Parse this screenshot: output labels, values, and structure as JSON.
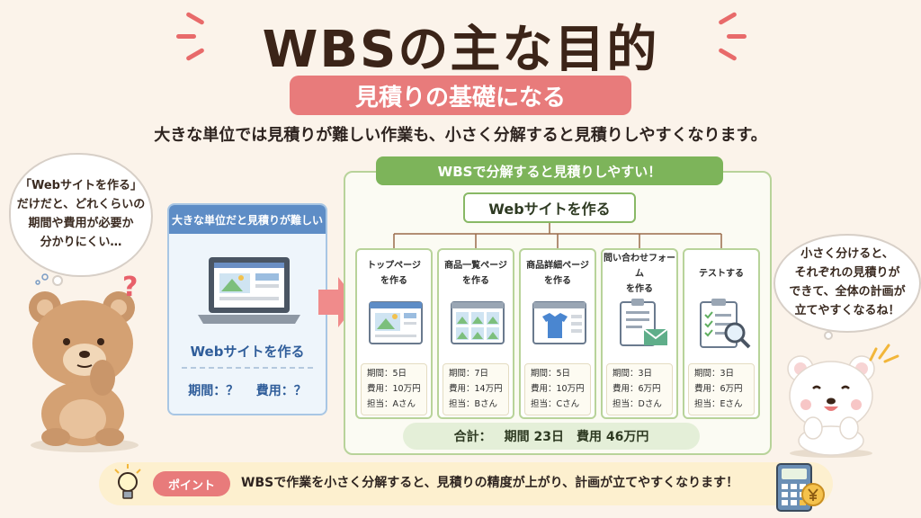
{
  "title": "WBSの主な目的",
  "subtitle": "見積りの基礎になる",
  "lead": "大きな単位では見積りが難しい作業も、小さく分解すると見積りしやすくなります。",
  "left_bubble": {
    "line1": "「Webサイトを作る」",
    "line2": "だけだと、どれくらいの",
    "line3": "期間や費用が必要か",
    "line4": "分かりにくい…"
  },
  "right_bubble": {
    "line1": "小さく分けると、",
    "line2": "それぞれの見積りが",
    "line3": "できて、全体の計画が",
    "line4": "立てやすくなるね！"
  },
  "left_panel": {
    "header": "大きな単位だと見積りが難しい",
    "title": "Webサイトを作る",
    "period_label": "期間：？",
    "cost_label": "費用：？"
  },
  "wbs": {
    "header": "WBSで分解すると見積りしやすい！",
    "root": "Webサイトを作る",
    "tasks": [
      {
        "name_line1": "トップページ",
        "name_line2": "を作る",
        "period": "期間：5日",
        "cost": "費用：10万円",
        "owner": "担当：Aさん",
        "icon": "webpage-icon"
      },
      {
        "name_line1": "商品一覧ページ",
        "name_line2": "を作る",
        "period": "期間：7日",
        "cost": "費用：14万円",
        "owner": "担当：Bさん",
        "icon": "product-list-icon"
      },
      {
        "name_line1": "商品詳細ページ",
        "name_line2": "を作る",
        "period": "期間：5日",
        "cost": "費用：10万円",
        "owner": "担当：Cさん",
        "icon": "product-detail-icon"
      },
      {
        "name_line1": "問い合わせフォーム",
        "name_line2": "を作る",
        "period": "期間：3日",
        "cost": "費用：6万円",
        "owner": "担当：Dさん",
        "icon": "contact-form-icon"
      },
      {
        "name_line1": "テストする",
        "name_line2": "",
        "period": "期間：3日",
        "cost": "費用：6万円",
        "owner": "担当：Eさん",
        "icon": "test-checklist-icon"
      }
    ],
    "total_label": "合計：",
    "total_period": "期間 23日",
    "total_cost": "費用 46万円"
  },
  "point": {
    "label": "ポイント",
    "text": "WBSで作業を小さく分解すると、見積りの精度が上がり、計画が立てやすくなります！"
  },
  "colors": {
    "accent_red": "#e87b7b",
    "accent_green": "#7db45a",
    "accent_blue": "#5e8dc6",
    "background": "#fbf3ea"
  }
}
